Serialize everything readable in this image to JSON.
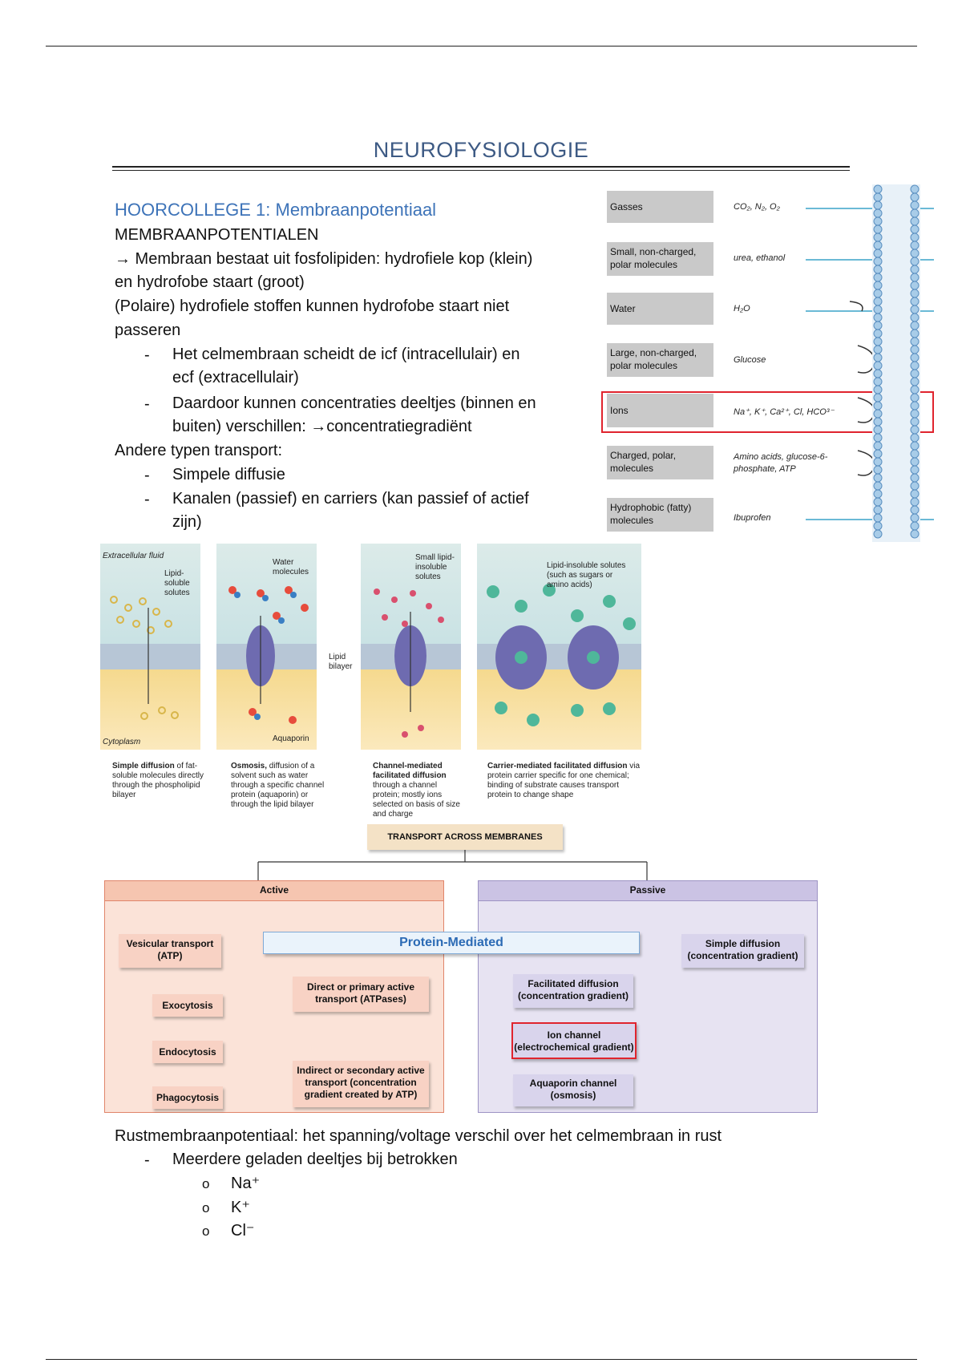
{
  "title": "NEUROFYSIOLOGIE",
  "lecture_heading": "HOORCOLLEGE 1: Membraanpotentiaal",
  "section_heading": "MEMBRAANPOTENTIALEN",
  "para1_line1": "→ Membraan bestaat uit fosfolipiden: hydrofiele kop (klein)",
  "para1_line2": "en hydrofobe staart (groot)",
  "para2_line1": "(Polaire) hydrofiele stoffen kunnen hydrofobe staart niet",
  "para2_line2": "passeren",
  "bullets1": [
    {
      "l1": "Het celmembraan scheidt de icf (intracellulair) en",
      "l2": "ecf (extracellulair)"
    },
    {
      "l1": "Daardoor kunnen concentraties deeltjes (binnen en",
      "l2": "buiten) verschillen: →concentratiegradiënt"
    }
  ],
  "transport_intro": "Andere typen transport:",
  "bullets2": [
    {
      "l1": "Simpele diffusie",
      "l2": ""
    },
    {
      "l1": " Kanalen (passief) en carriers (kan passief of actief",
      "l2": "zijn)"
    }
  ],
  "bullet_char": "-",
  "membrane_table": [
    {
      "label": "Gasses",
      "example": "CO₂, N₂, O₂"
    },
    {
      "label": "Small, non-charged, polar molecules",
      "example": "urea, ethanol"
    },
    {
      "label": "Water",
      "example": "H₂O"
    },
    {
      "label": "Large, non-charged, polar molecules",
      "example": "Glucose"
    },
    {
      "label": "Ions",
      "example": "Na⁺, K⁺, Ca²⁺, Cl, HCO³⁻"
    },
    {
      "label": "Charged, polar, molecules",
      "example": "Amino acids, glucose-6-phosphate, ATP"
    },
    {
      "label": "Hydrophobic (fatty) molecules",
      "example": "Ibuprofen"
    }
  ],
  "panels": {
    "extracellular": "Extracellular fluid",
    "cytoplasm": "Cytoplasm",
    "lipid_soluble": "Lipid-soluble solutes",
    "water_molecules": "Water molecules",
    "lipid_bilayer": "Lipid bilayer",
    "aquaporin": "Aquaporin",
    "small_lipid_insoluble": "Small lipid-insoluble solutes",
    "lipid_insoluble": "Lipid-insoluble solutes (such as sugars or amino acids)",
    "caption1_bold": "Simple diffusion",
    "caption1": " of fat-soluble molecules directly through the phospholipid bilayer",
    "caption2_bold": "Osmosis,",
    "caption2": " diffusion of a solvent such as water through a specific channel protein (aquaporin) or through the lipid bilayer",
    "caption3_bold": "Channel-mediated facilitated diffusion",
    "caption3": " through a channel protein; mostly ions selected on basis of size and charge",
    "caption4_bold": "Carrier-mediated facilitated diffusion",
    "caption4": " via protein carrier specific for one chemical; binding of substrate causes transport protein to change shape"
  },
  "flowchart": {
    "root": "TRANSPORT ACROSS MEMBRANES",
    "active": "Active",
    "passive": "Passive",
    "protein_mediated": "Protein-Mediated",
    "vesicular": "Vesicular transport (ATP)",
    "exocytosis": "Exocytosis",
    "endocytosis": "Endocytosis",
    "phagocytosis": "Phagocytosis",
    "primary": "Direct or primary active transport (ATPases)",
    "secondary": "Indirect or secondary active transport (concentration gradient created by ATP)",
    "facilitated": "Facilitated diffusion (concentration gradient)",
    "ion_channel": "Ion channel (electrochemical gradient)",
    "aquaporin_channel": "Aquaporin channel (osmosis)",
    "simple": "Simple diffusion (concentration gradient)"
  },
  "rest_line": "Rustmembraanpotentiaal: het spanning/voltage verschil over het celmembraan in rust",
  "rest_bullet": "Meerdere geladen deeltjes bij betrokken",
  "ions": [
    "Na⁺",
    "K⁺",
    "Cl⁻"
  ],
  "circle_char": "o",
  "colors": {
    "title": "#3d5a84",
    "heading": "#3d73b8",
    "active_bg": "#fbe3d8",
    "active_border": "#e0856a",
    "passive_bg": "#e7e3f2",
    "passive_border": "#9d93c4",
    "highlight": "#e0242e",
    "membrane": "#7fb3d8"
  }
}
